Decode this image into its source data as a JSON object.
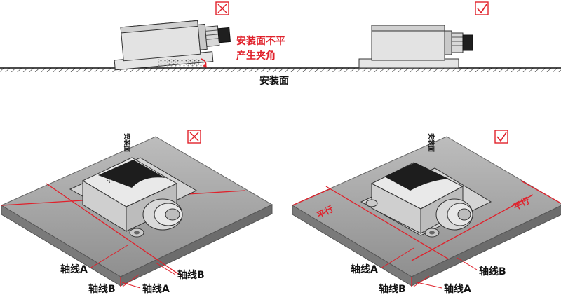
{
  "top": {
    "warning_line1": "安装面不平",
    "warning_line2": "产生夹角",
    "surface_label": "安装面"
  },
  "bottom": {
    "mount_face_label": "安装面",
    "parallel_label": "平行",
    "axis_a": "轴线A",
    "axis_b": "轴线B"
  },
  "colors": {
    "accent": "#e0212b",
    "surface": "#9a9a9a",
    "housing": "#c8c8c8"
  },
  "icons": [
    "cross-box-icon",
    "check-box-icon"
  ]
}
